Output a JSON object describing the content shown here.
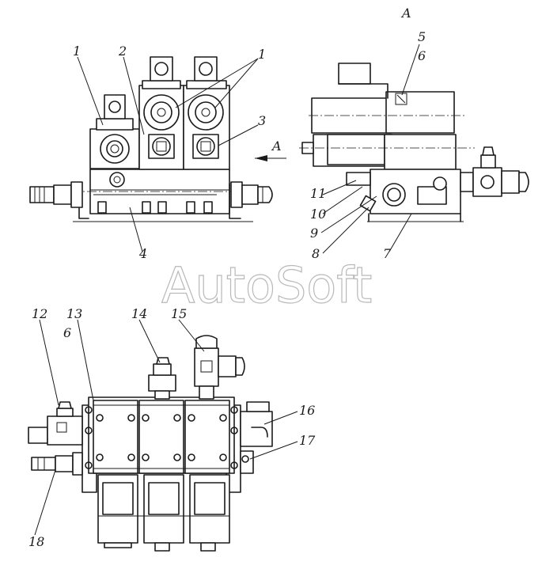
{
  "watermark": "AutoSoft",
  "view_label": "A",
  "arrow_label": "A",
  "callouts": {
    "c1a": "1",
    "c1b": "1",
    "c2": "2",
    "c3": "3",
    "c4": "4",
    "c5": "5",
    "c6a": "6",
    "c6b": "6",
    "c7": "7",
    "c8": "8",
    "c9": "9",
    "c10": "10",
    "c11": "11",
    "c12": "12",
    "c13": "13",
    "c14": "14",
    "c15": "15",
    "c16": "16",
    "c17": "17",
    "c18": "18"
  }
}
